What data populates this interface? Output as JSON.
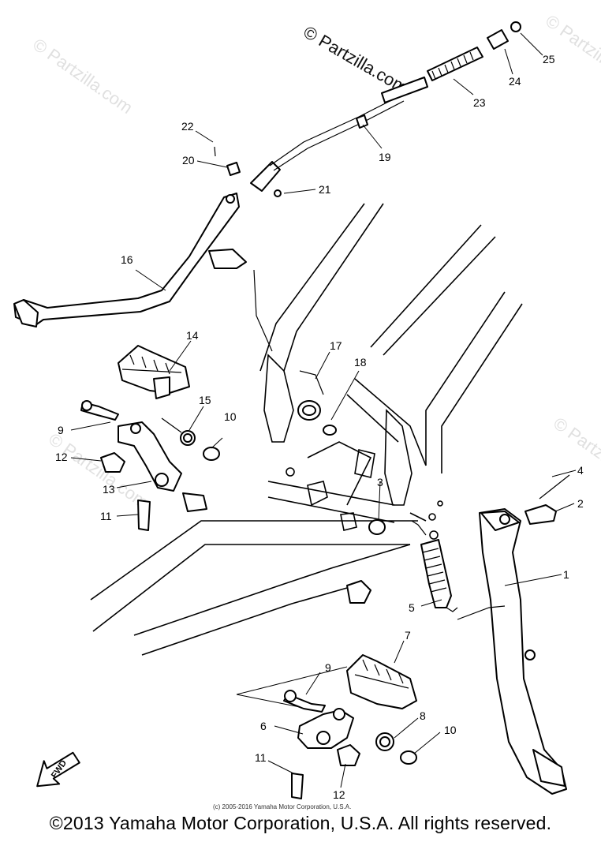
{
  "watermark": {
    "site_mark": "© Partzilla.com",
    "faded_mark": "© Partzilla.com"
  },
  "callouts": {
    "c1": "1",
    "c2": "2",
    "c3": "3",
    "c4": "4",
    "c5": "5",
    "c6": "6",
    "c7": "7",
    "c8": "8",
    "c9a": "9",
    "c9b": "9",
    "c10a": "10",
    "c10b": "10",
    "c11a": "11",
    "c11b": "11",
    "c12a": "12",
    "c12b": "12",
    "c13": "13",
    "c14": "14",
    "c15": "15",
    "c16": "16",
    "c17": "17",
    "c18": "18",
    "c19": "19",
    "c20": "20",
    "c21": "21",
    "c22": "22",
    "c23": "23",
    "c24": "24",
    "c25": "25"
  },
  "fwd_label": "FWD",
  "small_copyright": "(c) 2005-2016 Yamaha Motor Corporation, U.S.A.",
  "footer_copyright": "©2013 Yamaha Motor Corporation, U.S.A. All rights reserved.",
  "colors": {
    "ink": "#000000",
    "watermark": "#c8c8c8",
    "background": "#ffffff"
  }
}
